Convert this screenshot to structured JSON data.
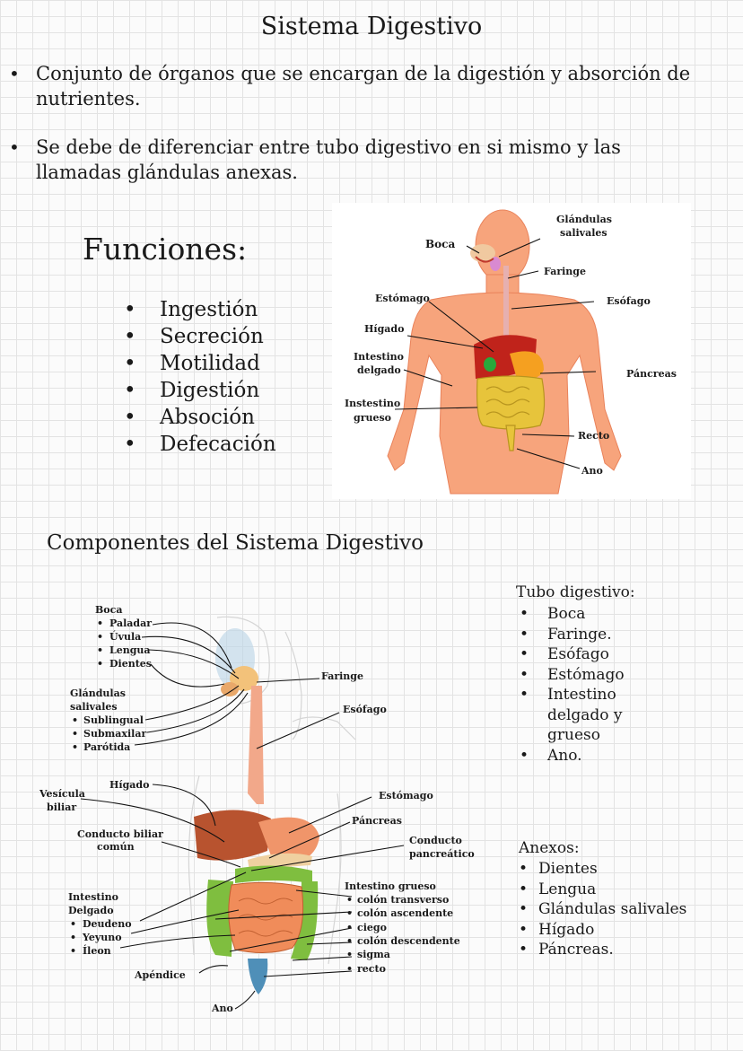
{
  "title": "Sistema Digestivo",
  "intro": [
    "Conjunto de órganos que se encargan de la digestión y absorción de nutrientes.",
    "Se debe de diferenciar entre tubo digestivo en si mismo y las llamadas glándulas anexas."
  ],
  "functions": {
    "title": "Funciones:",
    "items": [
      "Ingestión",
      "Secreción",
      "Motilidad",
      "Digestión",
      "Absoción",
      "Defecación"
    ]
  },
  "diagram1_labels": {
    "glandulas": "Glándulas",
    "salivales": "salivales",
    "boca": "Boca",
    "faringe": "Faringe",
    "estomago": "Estómago",
    "esofago": "Esófago",
    "higado": "Hígado",
    "intestino": "Intestino",
    "delgado": "delgado",
    "pancreas": "Páncreas",
    "instestino": "Instestino",
    "grueso": "grueso",
    "recto": "Recto",
    "ano": "Ano"
  },
  "components_title": "Componentes del Sistema Digestivo",
  "diagram2_labels": {
    "boca": "Boca",
    "paladar": "Paladar",
    "uvula": "Úvula",
    "lengua": "Lengua",
    "dientes": "Dientes",
    "glandulas": "Glándulas",
    "salivales": "salivales",
    "sublingual": "Sublingual",
    "submaxilar": "Submaxilar",
    "parotida": "Parótida",
    "faringe": "Faringe",
    "esofago": "Esófago",
    "higado": "Hígado",
    "vesicula": "Vesícula",
    "biliar": "biliar",
    "conducto_biliar": "Conducto biliar",
    "comun": "común",
    "estomago": "Estómago",
    "pancreas": "Páncreas",
    "conducto": "Conducto",
    "pancreatico": "pancreático",
    "intestino": "Intestino",
    "delgado": "Delgado",
    "deudeno": "Deudeno",
    "yeyuno": "Yeyuno",
    "ileon": "Íleon",
    "intestino_grueso": "Intestino grueso",
    "colon_transverso": "colón transverso",
    "colon_ascendente": "colón ascendente",
    "ciego": "ciego",
    "colon_descendente": "colón descendente",
    "sigma": "sigma",
    "recto": "recto",
    "apendice": "Apéndice",
    "ano": "Ano"
  },
  "tubo": {
    "heading": "Tubo digestivo:",
    "items": [
      "Boca",
      "Faringe.",
      "Esófago",
      "Estómago",
      "Intestino",
      "delgado y",
      "grueso",
      "Ano."
    ]
  },
  "anexos": {
    "heading": "Anexos:",
    "items": [
      "Dientes",
      "Lengua",
      "Glándulas salivales",
      "Hígado",
      "Páncreas."
    ]
  }
}
